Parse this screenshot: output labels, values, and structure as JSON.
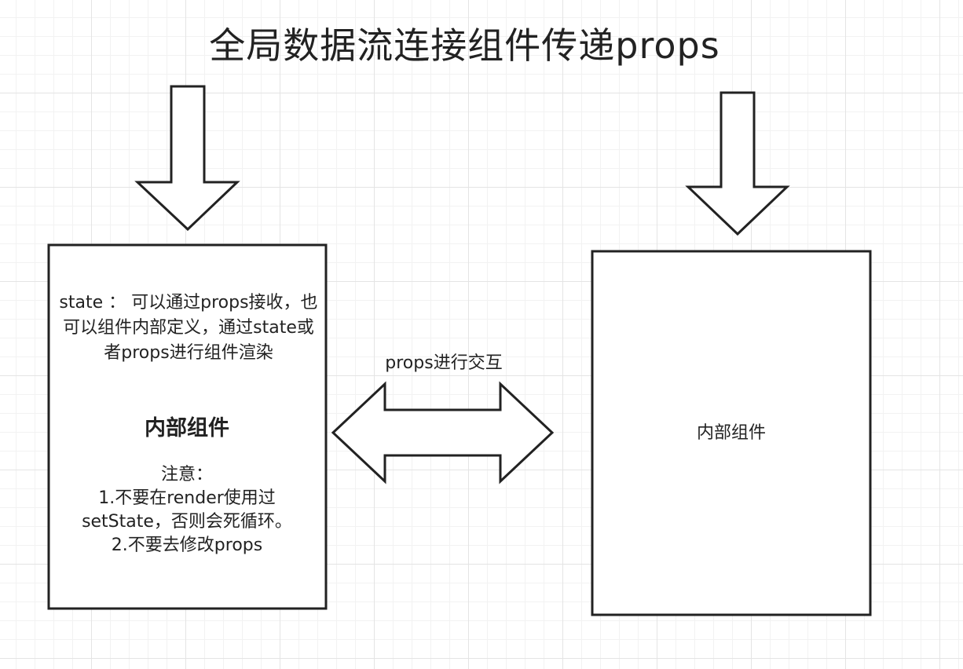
{
  "title": "全局数据流连接组件传递props",
  "left_component": {
    "state_text": "state ： 可以通过props接收，也可以组件内部定义，通过state或者props进行组件渲染",
    "heading": "内部组件",
    "note_lines": [
      "注意：",
      "1.不要在render使用过",
      "setState，否则会死循环。",
      "2.不要去修改props"
    ]
  },
  "interaction_label": "props进行交互",
  "right_component": {
    "label": "内部组件"
  },
  "colors": {
    "stroke": "#222222",
    "fill": "#ffffff",
    "grid": "#e4e4e4"
  }
}
